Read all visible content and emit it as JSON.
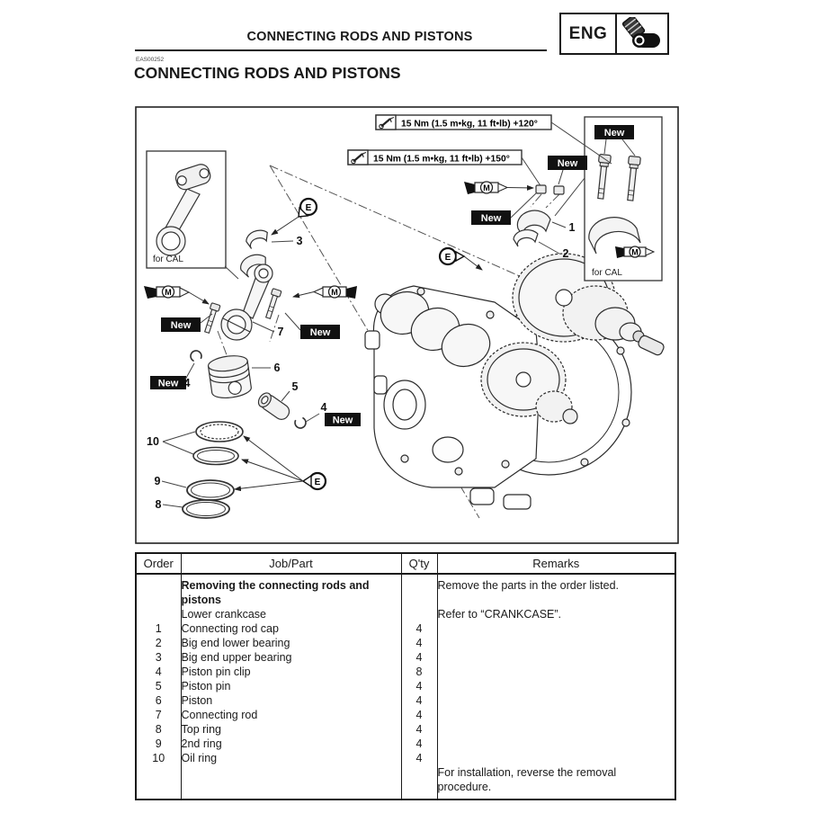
{
  "header": {
    "title": "CONNECTING RODS AND PISTONS",
    "tab": "ENG"
  },
  "section": {
    "code": "EAS00252",
    "heading": "CONNECTING RODS AND PISTONS"
  },
  "diagram": {
    "torque_a": "15 Nm (1.5 m•kg, 11 ft•lb) +120°",
    "torque_b": "15 Nm (1.5 m•kg, 11 ft•lb) +150°",
    "new_label": "New",
    "for_cal": "for CAL",
    "grease": "M",
    "oil": "E",
    "callouts": {
      "c1": "1",
      "c2": "2",
      "c3": "3",
      "c4": "4",
      "c5": "5",
      "c6": "6",
      "c7": "7",
      "c8": "8",
      "c9": "9",
      "c10": "10"
    }
  },
  "table": {
    "headers": [
      "Order",
      "Job/Part",
      "Q'ty",
      "Remarks"
    ],
    "job_bold_line1": "Removing the connecting rods and",
    "job_bold_line2": "pistons",
    "order_lines": [
      "",
      "1",
      "2",
      "3",
      "4",
      "5",
      "6",
      "7",
      "8",
      "9",
      "10",
      "",
      ""
    ],
    "job_lines": [
      "Lower crankcase",
      "Connecting rod cap",
      "Big end lower bearing",
      "Big end upper bearing",
      "Piston pin clip",
      "Piston pin",
      "Piston",
      "Connecting rod",
      "Top ring",
      "2nd ring",
      "Oil ring",
      "",
      ""
    ],
    "qty_lines": [
      "",
      "",
      "",
      "4",
      "4",
      "4",
      "8",
      "4",
      "4",
      "4",
      "4",
      "4",
      "4",
      "",
      ""
    ],
    "remarks_lines": [
      "Remove the parts in the order listed.",
      "",
      "Refer to “CRANKCASE”.",
      "",
      "",
      "",
      "",
      "",
      "",
      "",
      "",
      "",
      "",
      "For installation, reverse the removal",
      "procedure."
    ]
  }
}
